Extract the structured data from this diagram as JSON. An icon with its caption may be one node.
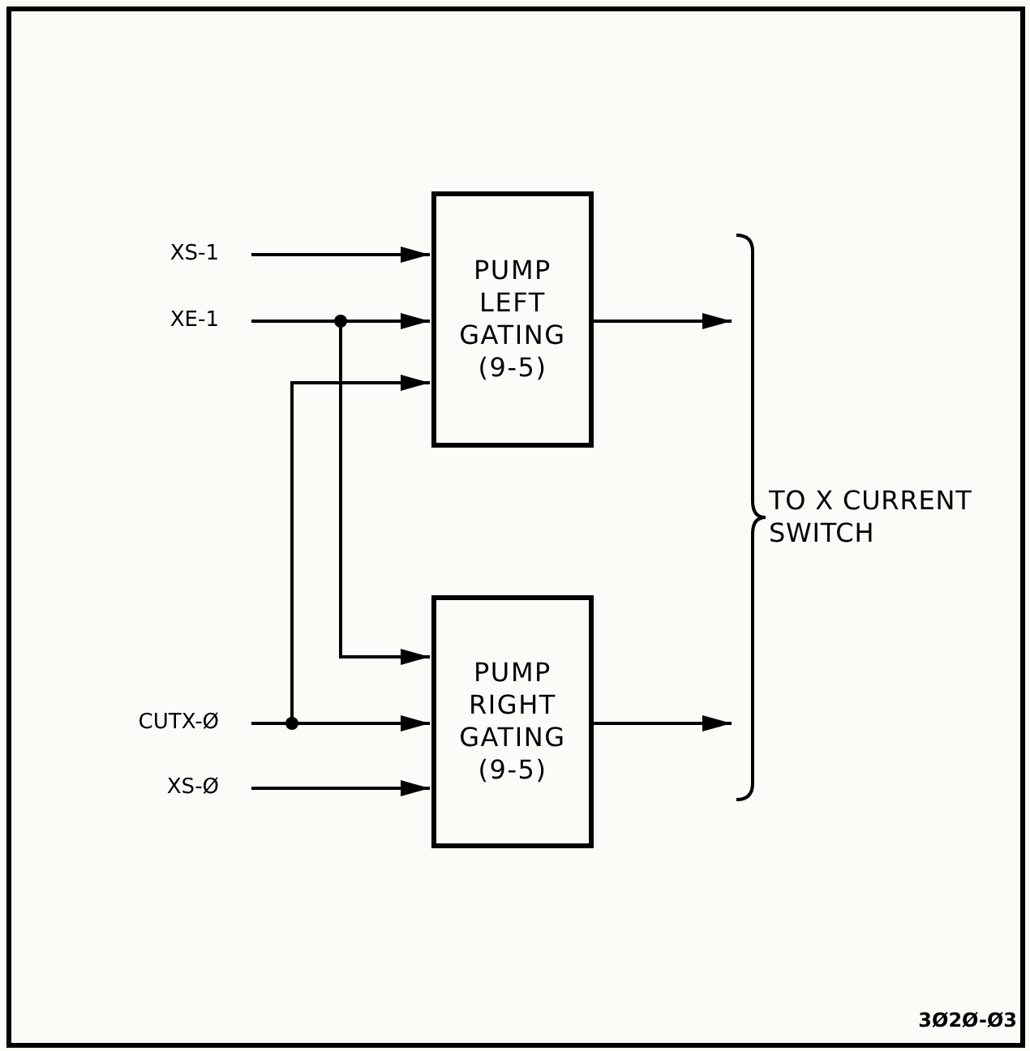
{
  "diagram": {
    "nodes": [
      {
        "text": [
          "XS-1"
        ]
      },
      {
        "text": [
          "XE-1"
        ]
      },
      {
        "text": [
          "CUTX-Ø"
        ]
      },
      {
        "text": [
          "XS-Ø"
        ]
      },
      {
        "text": [
          "PUMP LEFT GATING (9-5)"
        ]
      },
      {
        "text": [
          "PUMP RIGHT GATING (9-5)"
        ]
      },
      {
        "text": [
          "TO X CURRENT SWITCH"
        ]
      }
    ],
    "edges": [
      {
        "from": 0,
        "to": 4,
        "arrow": "to"
      },
      {
        "from": 1,
        "to": 4,
        "arrow": "to"
      },
      {
        "from": 1,
        "to": 5,
        "arrow": "to"
      },
      {
        "from": 2,
        "to": 4,
        "arrow": "to"
      },
      {
        "from": 2,
        "to": 5,
        "arrow": "to"
      },
      {
        "from": 3,
        "to": 5,
        "arrow": "to"
      },
      {
        "from": 4,
        "to": 6,
        "arrow": "to"
      },
      {
        "from": 5,
        "to": 6,
        "arrow": "to"
      }
    ],
    "labels": [
      "3Ø2Ø-Ø3"
    ]
  }
}
